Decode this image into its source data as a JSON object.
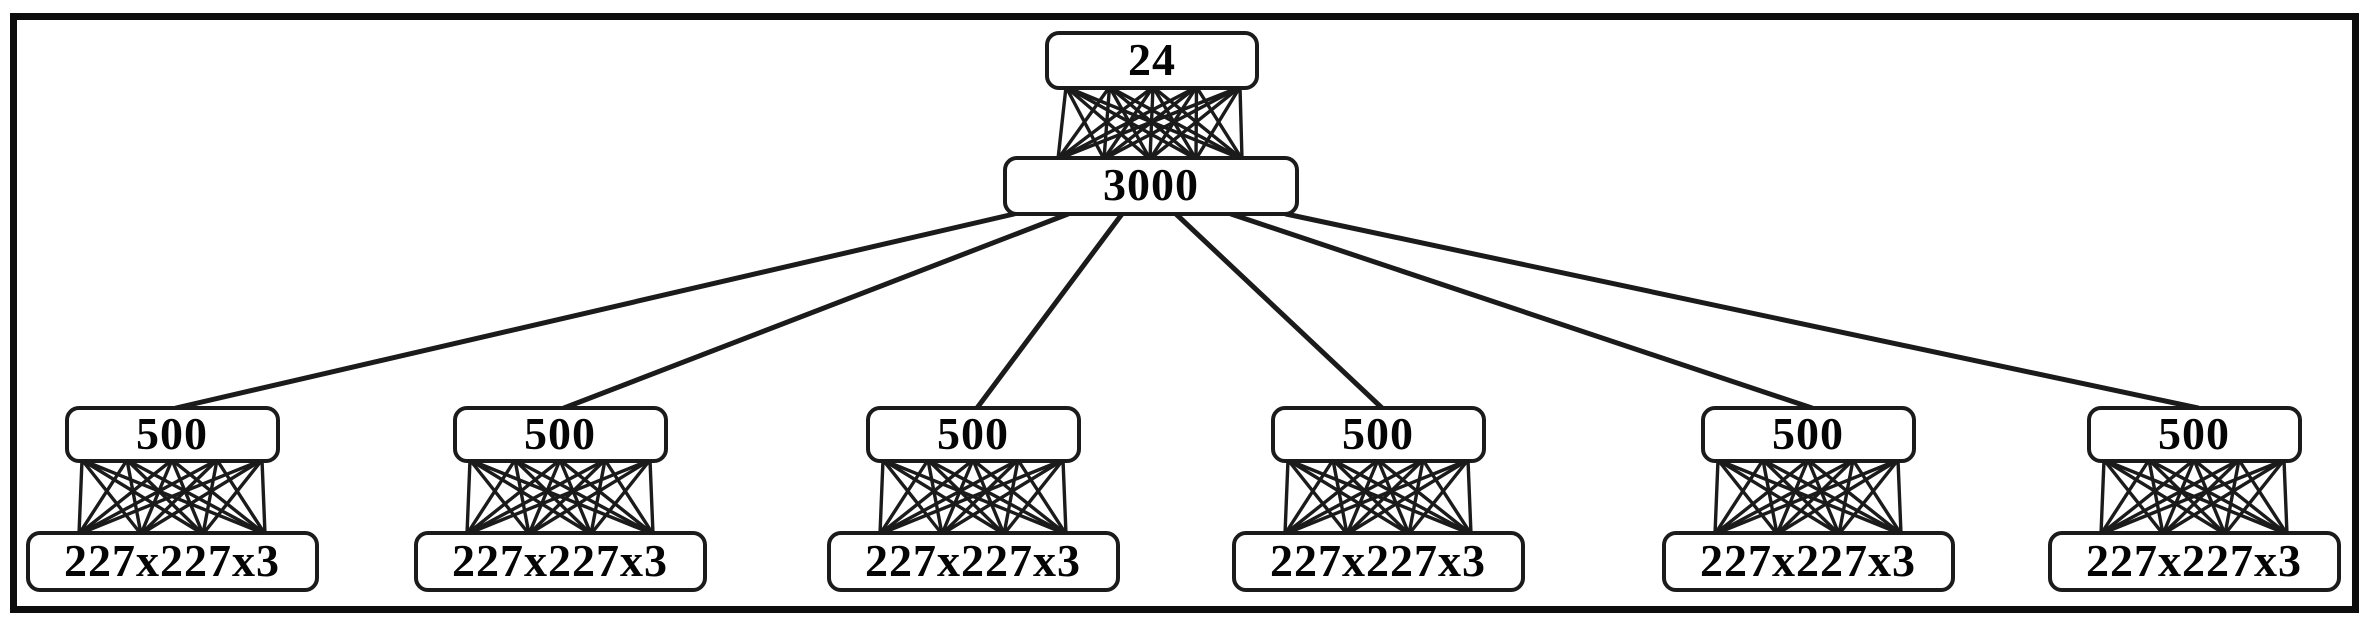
{
  "figure": {
    "output": {
      "label": "24"
    },
    "fusion": {
      "label": "3000"
    },
    "branches": [
      {
        "hidden_label": "500",
        "input_label": "227x227x3"
      },
      {
        "hidden_label": "500",
        "input_label": "227x227x3"
      },
      {
        "hidden_label": "500",
        "input_label": "227x227x3"
      },
      {
        "hidden_label": "500",
        "input_label": "227x227x3"
      },
      {
        "hidden_label": "500",
        "input_label": "227x227x3"
      },
      {
        "hidden_label": "500",
        "input_label": "227x227x3"
      }
    ]
  },
  "colors": {
    "background": "#ffffff",
    "frame_border": "#0d0d0d",
    "node_fill": "#ffffff",
    "node_border": "#1b1b1b",
    "edge_line": "#1b1b1b",
    "text": "#050505"
  }
}
